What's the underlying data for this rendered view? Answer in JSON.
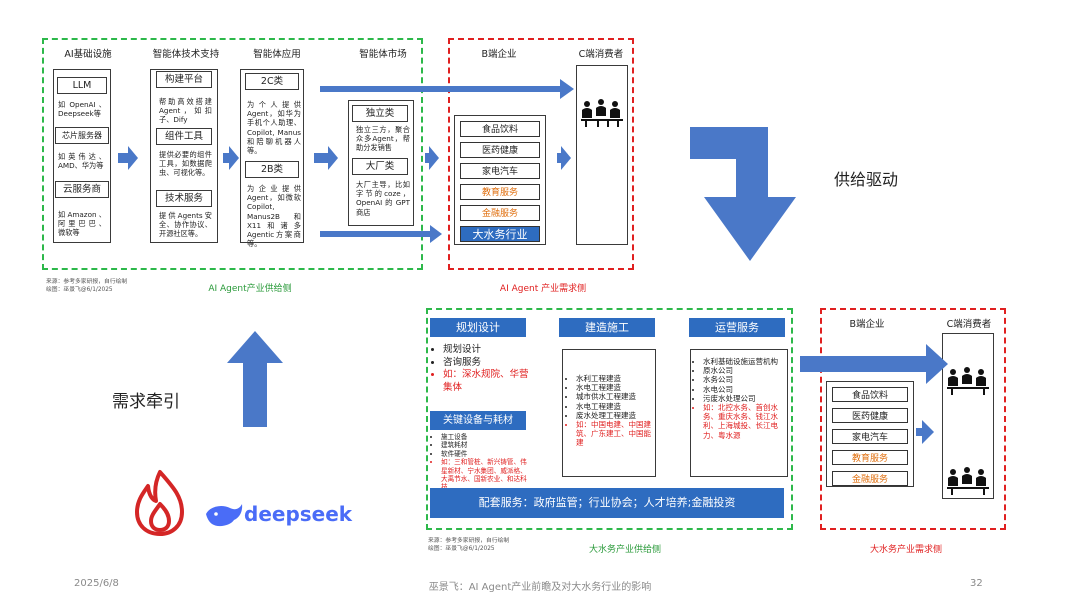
{
  "top": {
    "supply": {
      "caption": "AI Agent产业供给侧",
      "columns": [
        {
          "title": "AI基础设施",
          "items": [
            {
              "label": "LLM",
              "desc": "如 OpenAI 、Deepseek等"
            },
            {
              "label": "芯片服务器",
              "desc": "如 英 伟 达 、AMD、华为等"
            },
            {
              "label": "云服务商",
              "desc": "如 Amazon 、阿 里 巴 巴 、微软等"
            }
          ]
        },
        {
          "title": "智能体技术支持",
          "items": [
            {
              "label": "构建平台",
              "desc": "帮助高效搭建Agent，如扣子、Dify"
            },
            {
              "label": "组件工具",
              "desc": "提供必要的组件工具，如数据爬虫、可视化等。"
            },
            {
              "label": "技术服务",
              "desc": "提供Agents安全、协作协议、开源社区等。"
            }
          ]
        },
        {
          "title": "智能体应用",
          "items": [
            {
              "label": "2C类",
              "desc": "为 个 人 提 供Agent，如华为手机个人助理、Copilot, Manus和陪聊机器人等。"
            },
            {
              "label": "2B类",
              "desc": "为 企 业 提 供Agent，如微软Copilot, Manus2B和X11和诸多Agentic方案商等。"
            }
          ]
        },
        {
          "title": "智能体市场",
          "items": [
            {
              "label": "独立类",
              "desc": "独立三方，聚合众多Agent，帮助分发销售"
            },
            {
              "label": "大厂类",
              "desc": "大厂主导，比如字节的coze，OpenAI 的 GPT商店"
            }
          ]
        }
      ],
      "source_line1": "来源：参考多家研报，自行绘制",
      "source_line2": "绘图：巫景飞@6/1/2025"
    },
    "demand": {
      "caption": "AI Agent 产业需求侧",
      "b_title": "B端企业",
      "c_title": "C端消费者",
      "industries": [
        {
          "label": "食品饮料",
          "style": "normal"
        },
        {
          "label": "医药健康",
          "style": "normal"
        },
        {
          "label": "家电汽车",
          "style": "normal"
        },
        {
          "label": "教育服务",
          "style": "orange"
        },
        {
          "label": "金融服务",
          "style": "orange"
        },
        {
          "label": "大水务行业",
          "style": "blue"
        }
      ]
    }
  },
  "labels": {
    "supply_drive": "供给驱动",
    "demand_pull": "需求牵引",
    "deepseek_logo": "deepseek"
  },
  "bottom": {
    "supply": {
      "caption": "大水务产业供给侧",
      "planning": {
        "header": "规划设计",
        "items": [
          "规划设计",
          "咨询服务"
        ],
        "red_items": [
          "如：深水规院、华营集体"
        ]
      },
      "equipment": {
        "header": "关键设备与耗材",
        "items": [
          "施工设备",
          "建筑耗材",
          "软件硬件"
        ],
        "red_items": [
          "如：三和管桩、新兴铸管、伟星新材、宁水集团、威派格、大禹节水、国新农业、和达科技"
        ]
      },
      "construction": {
        "header": "建造施工",
        "items": [
          "水利工程建造",
          "水电工程建造",
          "城市供水工程建造",
          "水电工程建造",
          "废水处理工程建造"
        ],
        "red_items": [
          "如：中国电建、中国建筑、广东建工、中国能建"
        ]
      },
      "operation": {
        "header": "运营服务",
        "items": [
          "水利基础设施运营机构",
          "原水公司",
          "水务公司",
          "水电公司",
          "污废水处理公司"
        ],
        "red_items": [
          "如：北控水务、首创水务、重庆水务、钱江水利、上海城投、长江电力、粤水源"
        ]
      },
      "support_bar": "配套服务：政府监管；行业协会；人才培养;金融投资",
      "source_line1": "来源：参考多家研报，自行绘制",
      "source_line2": "绘图：巫景飞@6/1/2025"
    },
    "demand": {
      "caption": "大水务产业需求侧",
      "b_title": "B端企业",
      "c_title": "C端消费者",
      "industries": [
        {
          "label": "食品饮料",
          "style": "normal"
        },
        {
          "label": "医药健康",
          "style": "normal"
        },
        {
          "label": "家电汽车",
          "style": "normal"
        },
        {
          "label": "教育服务",
          "style": "orange"
        },
        {
          "label": "金融服务",
          "style": "orange"
        }
      ]
    }
  },
  "footer": {
    "date": "2025/6/8",
    "title": "巫景飞：AI Agent产业前瞻及对大水务行业的影响",
    "page": "32"
  },
  "colors": {
    "arrow_blue": "#4a78c8",
    "green_border": "#2db84a",
    "red_border": "#e02020",
    "header_blue": "#2e6cc0",
    "orange_text": "#e07010"
  }
}
